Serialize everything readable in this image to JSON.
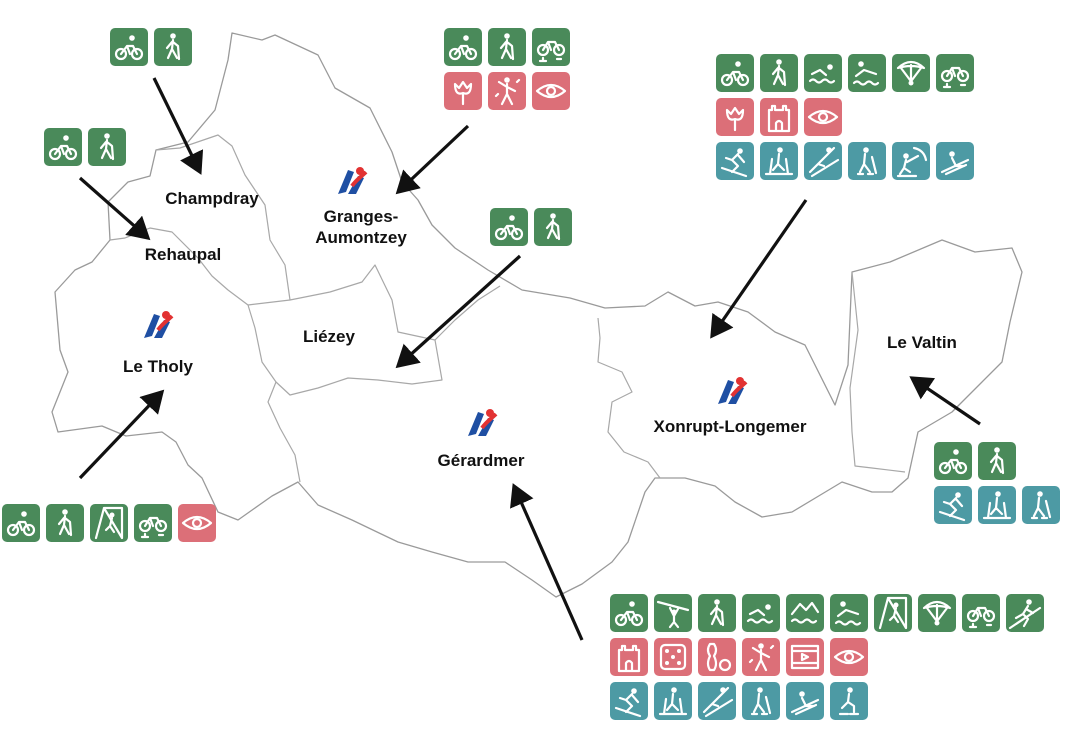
{
  "map": {
    "communes": [
      {
        "id": "champdray",
        "name": "Champdray",
        "tourist_office": false
      },
      {
        "id": "granges",
        "name": "Granges-\nAumontzey",
        "tourist_office": true
      },
      {
        "id": "rehaupal",
        "name": "Rehaupal",
        "tourist_office": false
      },
      {
        "id": "liezey",
        "name": "Liézey",
        "tourist_office": false
      },
      {
        "id": "letholy",
        "name": "Le Tholy",
        "tourist_office": true
      },
      {
        "id": "gerardmer",
        "name": "Gérardmer",
        "tourist_office": true
      },
      {
        "id": "xonrupt",
        "name": "Xonrupt-Longemer",
        "tourist_office": true
      },
      {
        "id": "levaltin",
        "name": "Le Valtin",
        "tourist_office": false
      }
    ],
    "colors": {
      "summer_sports": "#4a8a5a",
      "culture_leisure": "#dc6f78",
      "winter_sports": "#4d9aa4",
      "border": "#9a9a9a",
      "arrow": "#111111"
    }
  },
  "activities": {
    "champdray": [
      [
        "cycling-icon",
        "hiking-icon"
      ]
    ],
    "rehaupal": [
      [
        "cycling-icon",
        "hiking-icon"
      ]
    ],
    "granges": [
      [
        "cycling-icon",
        "hiking-icon",
        "ebike-icon"
      ],
      [
        "flower-icon",
        "dance-show-icon",
        "eye-icon"
      ]
    ],
    "liezey": [
      [
        "cycling-icon",
        "hiking-icon"
      ]
    ],
    "xonrupt": [
      [
        "cycling-icon",
        "hiking-icon",
        "swimming-icon",
        "beach-icon",
        "paragliding-icon",
        "ebike-icon"
      ],
      [
        "flower-icon",
        "castle-icon",
        "eye-icon"
      ],
      [
        "ski-icon",
        "cross-country-ski-icon",
        "ski-jump-icon",
        "snowshoe-icon",
        "snowkite-icon",
        "sledge-icon"
      ]
    ],
    "letholy": [
      [
        "cycling-icon",
        "hiking-icon",
        "climbing-icon",
        "ebike-icon",
        "eye-icon"
      ]
    ],
    "levaltin": [
      [
        "cycling-icon",
        "hiking-icon"
      ],
      [
        "ski-icon",
        "cross-country-ski-icon",
        "snowshoe-icon"
      ]
    ],
    "gerardmer": [
      [
        "cycling-icon",
        "zipline-icon",
        "hiking-icon",
        "swimming-icon",
        "lake-swim-icon",
        "beach-icon",
        "climbing-icon",
        "paragliding-icon",
        "ebike-icon",
        "trail-running-icon"
      ],
      [
        "castle-icon",
        "dice-icon",
        "bowling-icon",
        "dance-show-icon",
        "cinema-icon",
        "eye-icon"
      ],
      [
        "ski-icon",
        "cross-country-ski-icon",
        "ski-jump-icon",
        "snowshoe-icon",
        "sledge-icon",
        "skating-icon"
      ]
    ]
  }
}
